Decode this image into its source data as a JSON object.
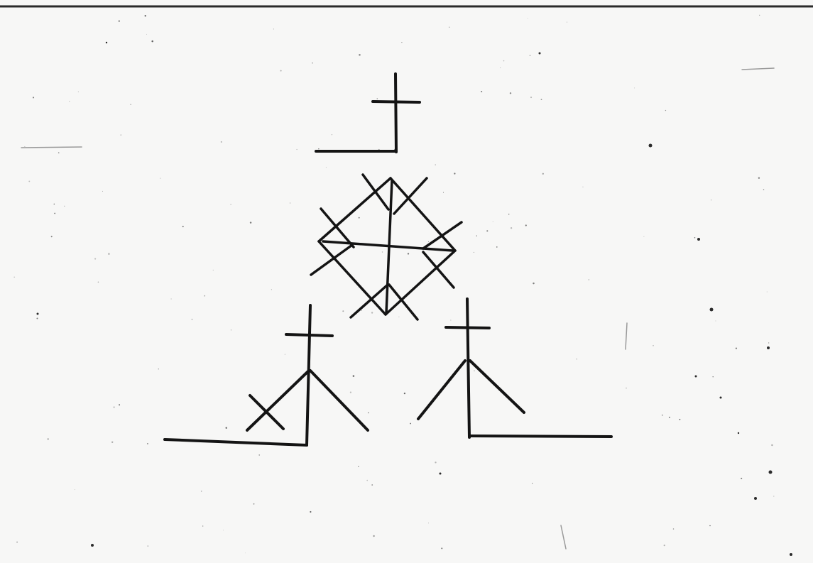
{
  "scene": {
    "paper_color": "#f7f7f6",
    "ink_color": "#141414",
    "top_edge_color": "#2a2a2a",
    "speck_color": "#2b2b2b",
    "figures": [
      {
        "name": "top-stick-figure",
        "label": ""
      },
      {
        "name": "central-lattice-figure",
        "label": ""
      },
      {
        "name": "left-stick-figure",
        "label": ""
      },
      {
        "name": "right-stick-figure",
        "label": ""
      }
    ]
  }
}
